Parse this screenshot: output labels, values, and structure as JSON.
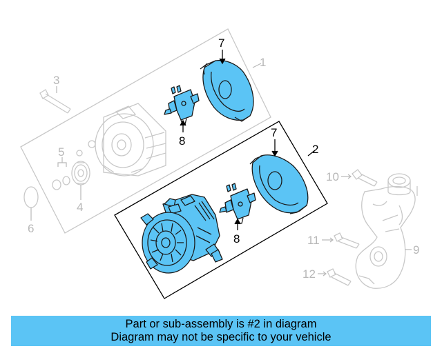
{
  "callouts": {
    "c1": "1",
    "c2": "2",
    "c3": "3",
    "c4": "4",
    "c5": "5",
    "c6": "6",
    "c7a": "7",
    "c7b": "7",
    "c8a": "8",
    "c8b": "8",
    "c9": "9",
    "c10": "10",
    "c11": "11",
    "c12": "12"
  },
  "banner": {
    "line1": "Part or sub-assembly is #2 in diagram",
    "line2": "Diagram may not be specific to your vehicle"
  },
  "colors": {
    "highlight_fill": "#5bc4f5",
    "highlight_stroke": "#1a1a1a",
    "ghost_stroke": "#c8c8c8",
    "banner_bg": "#5bc4f5"
  }
}
